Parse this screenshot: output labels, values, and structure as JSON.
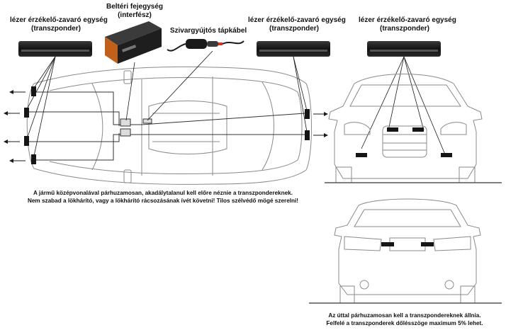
{
  "labels": {
    "transponder_a_line1": "lézer érzékelő-zavaró egység",
    "transponder_a_line2": "(transzponder)",
    "interface_line1": "Beltéri fejegység",
    "interface_line2": "(interfész)",
    "cable": "Szivargyújtós tápkábel",
    "transponder_b_line1": "lézer érzékelő-zavaró egység",
    "transponder_b_line2": "(transzponder)",
    "transponder_c_line1": "lézer érzékelő-zavaró egység",
    "transponder_c_line2": "(transzponder)"
  },
  "notes": {
    "mount_line1": "A jármű középvonalával párhuzamosan, akadálytalanul kell előre néznie a transzpondereknek.",
    "mount_line2": "Nem szabad a lökhárító, vagy a lökhárító rácsozásának ívét követni! Tilos szélvédő mögé szerelni!",
    "tilt_line1": "Az úttal párhuzamosan kell a transzpondereknek állnia.",
    "tilt_line2": "Felfelé a transzponderek dőlésszöge maximum 5% lehet."
  },
  "colors": {
    "line": "#8a8a8a",
    "dark": "#1a1a1a",
    "module": "#151515",
    "module_edge": "#4a4a4a",
    "cable_red": "#e0301e"
  },
  "icons": [
    "transponder-module-icon",
    "interface-box-icon",
    "lighter-cable-icon",
    "arrow-icon"
  ]
}
